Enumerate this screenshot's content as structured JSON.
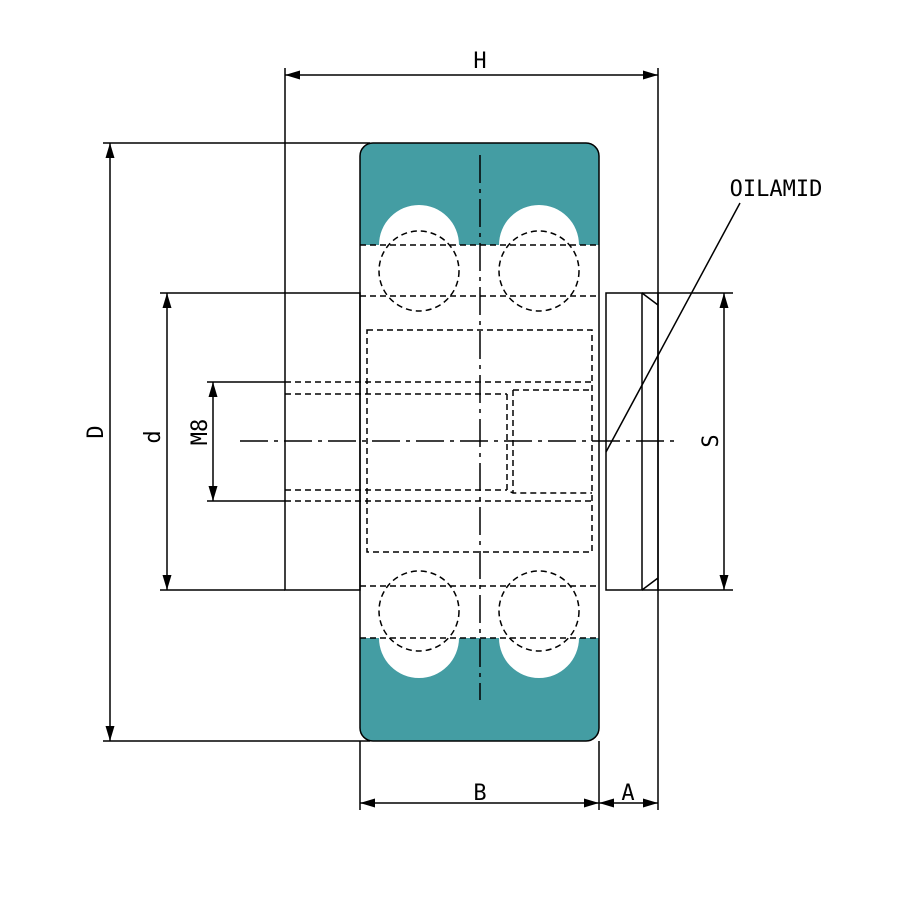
{
  "labels": {
    "H": "H",
    "D": "D",
    "d": "d",
    "M8": "M8",
    "S": "S",
    "B": "B",
    "A": "A",
    "material": "OILAMID"
  },
  "colors": {
    "tire": "#449da3",
    "line": "#000000"
  }
}
